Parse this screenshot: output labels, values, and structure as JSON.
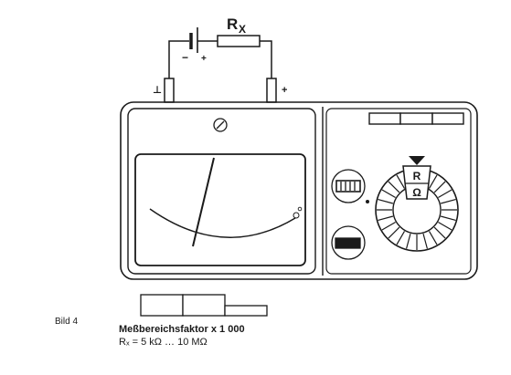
{
  "circuit": {
    "resistor_label": "R",
    "resistor_subscript": "X",
    "battery_minus": "−",
    "battery_plus": "+",
    "terminal_left": "⊥",
    "terminal_right": "+"
  },
  "selector": {
    "label_top": "R",
    "label_bottom": "Ω"
  },
  "caption": {
    "figure_label": "Bild 4",
    "range_factor": "Meßbereichsfaktor x 1 000",
    "range_values": "Rₓ = 5 kΩ … 10 MΩ"
  },
  "colors": {
    "ink": "#1a1a1a",
    "paper": "#ffffff"
  }
}
